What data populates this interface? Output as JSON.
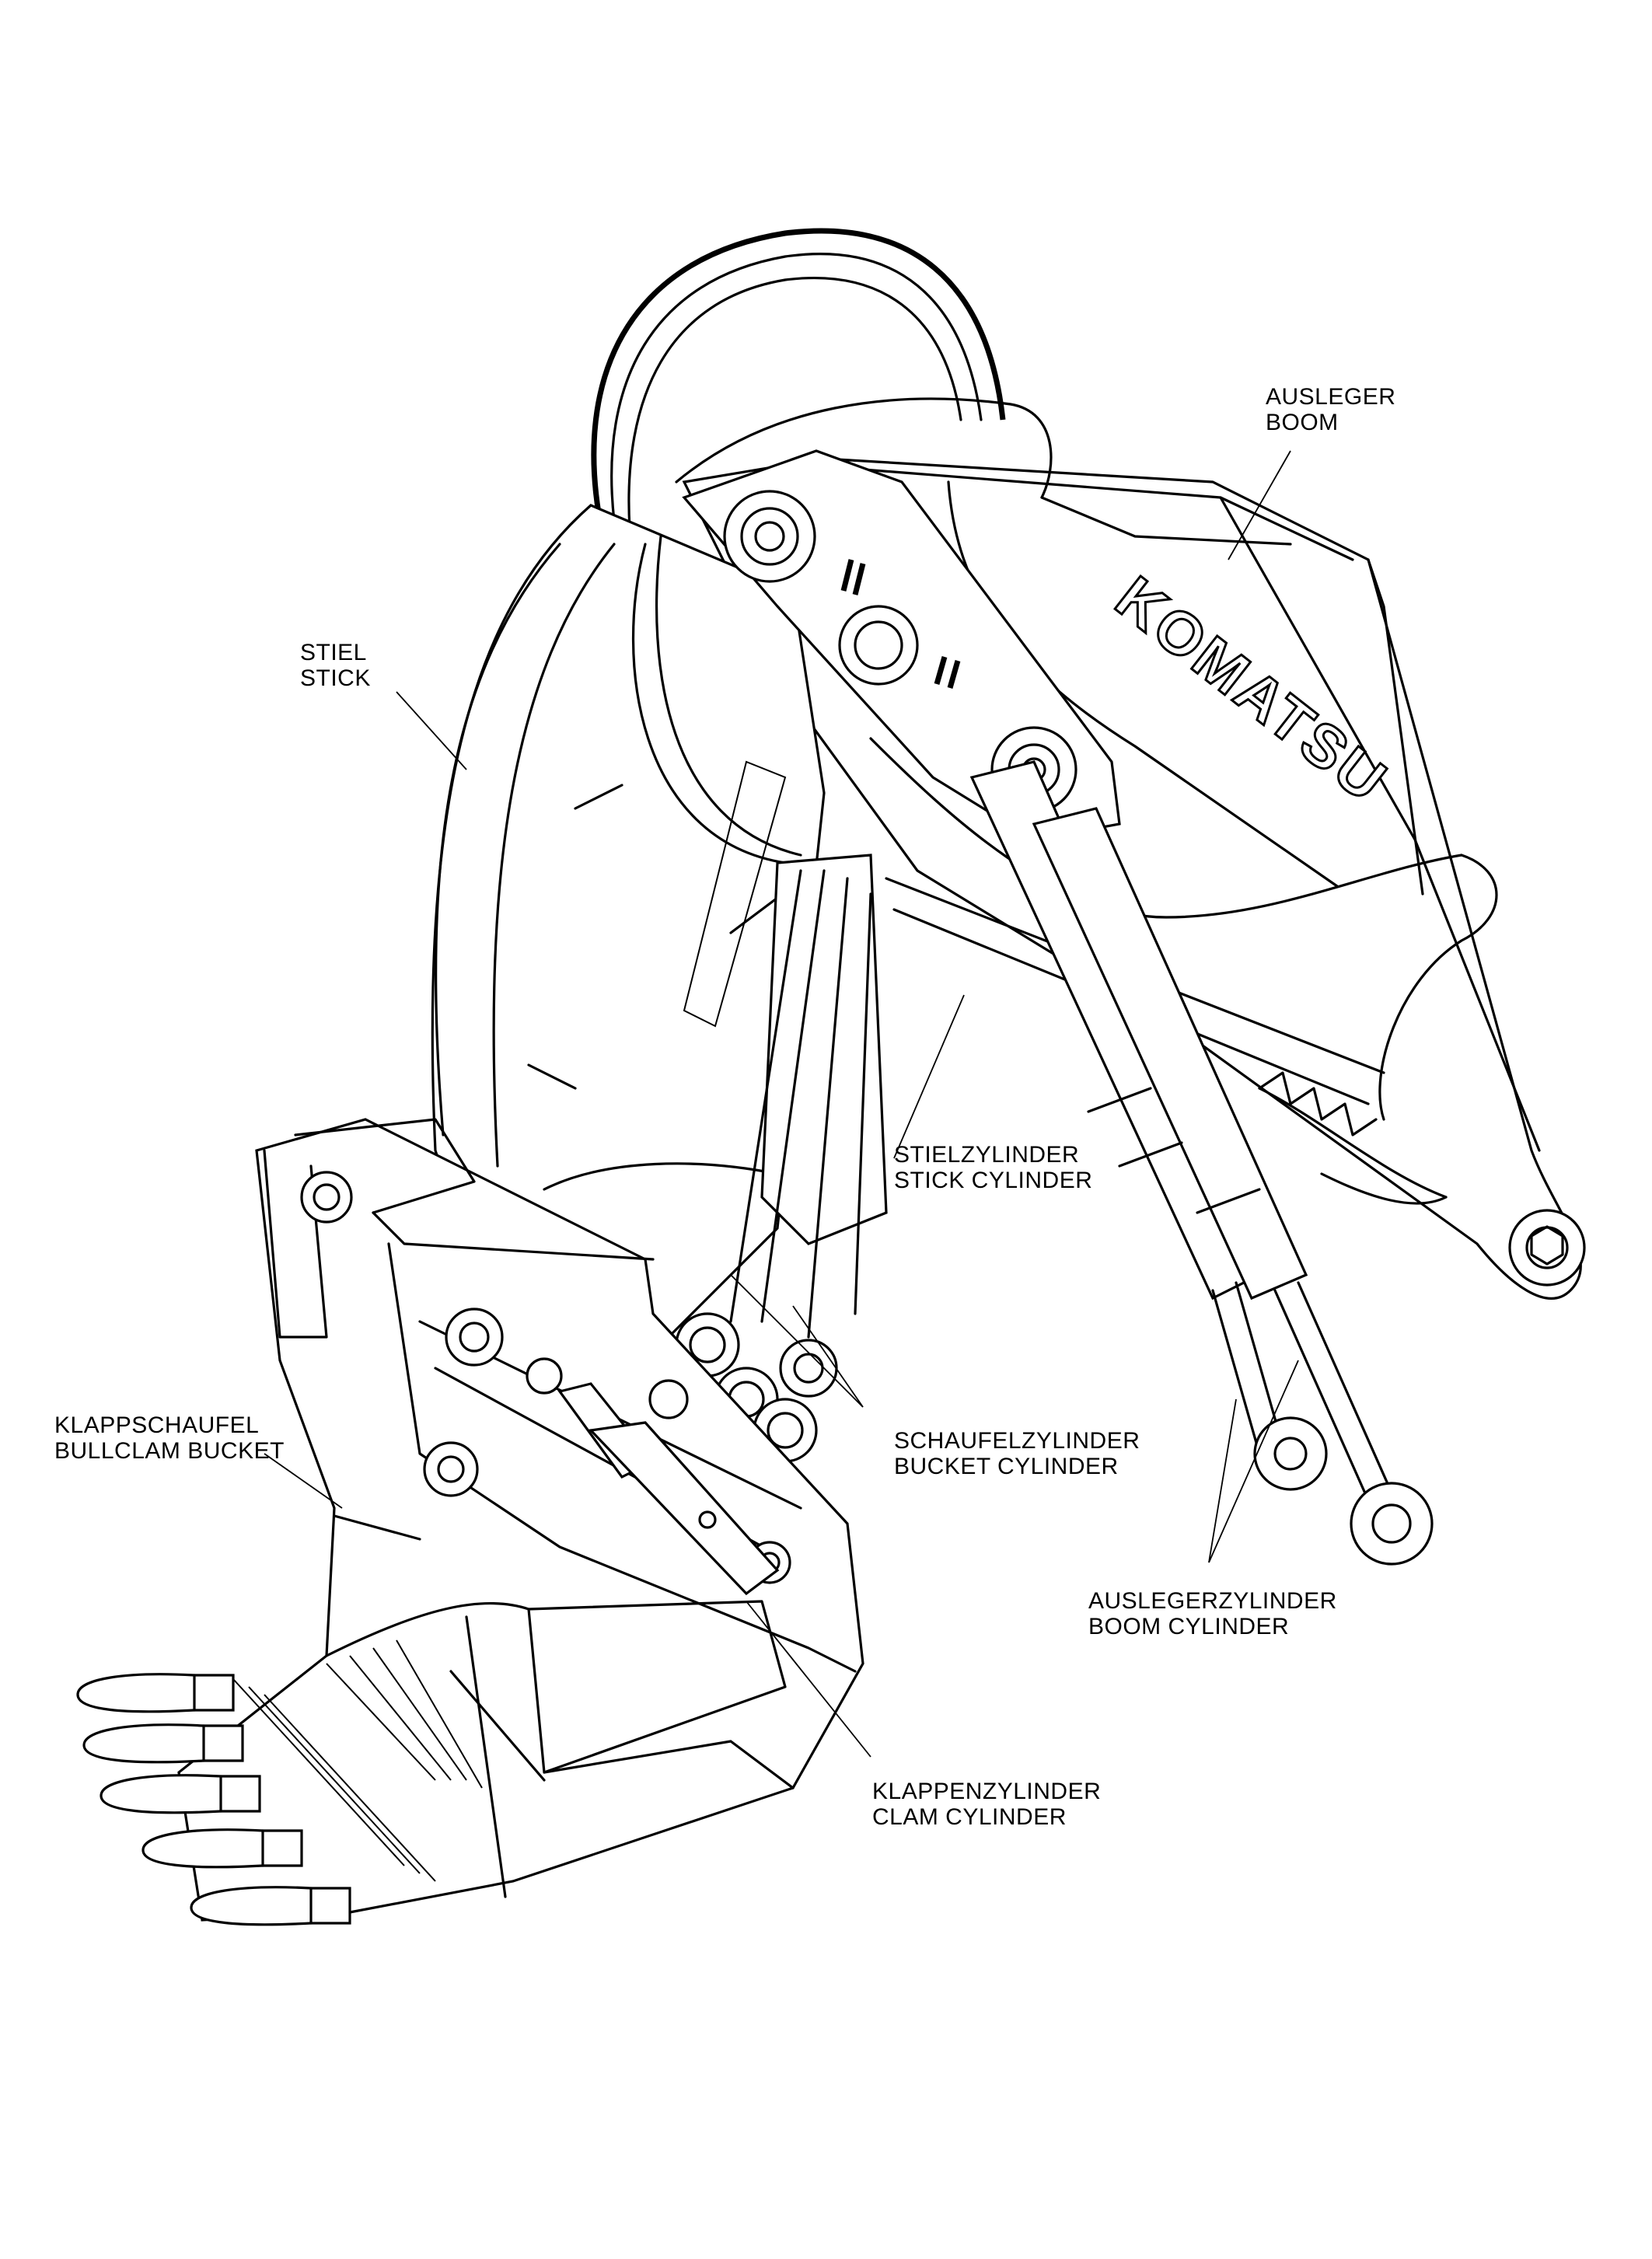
{
  "brand": {
    "logo_text": "KOMATSU"
  },
  "labels": {
    "boom": {
      "de": "AUSLEGER",
      "en": "BOOM"
    },
    "stick": {
      "de": "STIEL",
      "en": "STICK"
    },
    "stick_cylinder": {
      "de": "STIELZYLINDER",
      "en": "STICK CYLINDER"
    },
    "bucket_cylinder": {
      "de": "SCHAUFELZYLINDER",
      "en": "BUCKET CYLINDER"
    },
    "bullclam_bucket": {
      "de": "KLAPPSCHAUFEL",
      "en": "BULLCLAM BUCKET"
    },
    "boom_cylinder": {
      "de": "AUSLEGERZYLINDER",
      "en": "BOOM CYLINDER"
    },
    "clam_cylinder": {
      "de": "KLAPPENZYLINDER",
      "en": "CLAM CYLINDER"
    }
  }
}
